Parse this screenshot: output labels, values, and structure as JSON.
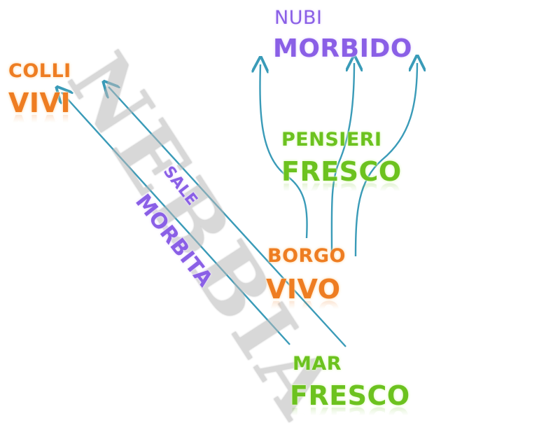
{
  "watermark": "NEBBIA",
  "labels": {
    "nubi": "NUBI",
    "morbido": "MORBIDO",
    "colli": "COLLI",
    "vivi": "VIVI",
    "pensieri": "PENSIERI",
    "fresco_upper": "FRESCO",
    "sale": "SALE",
    "morbita": "MORBITA",
    "borgo": "BORGO",
    "vivo": "VIVO",
    "mar": "MAR",
    "fresco_lower": "FRESCO"
  },
  "colors": {
    "arrow": "#3a9bb8",
    "orange": "#ee7d22",
    "green": "#6cc21f",
    "purple": "#8a5fe6",
    "watermark": "#b9b9b9"
  }
}
